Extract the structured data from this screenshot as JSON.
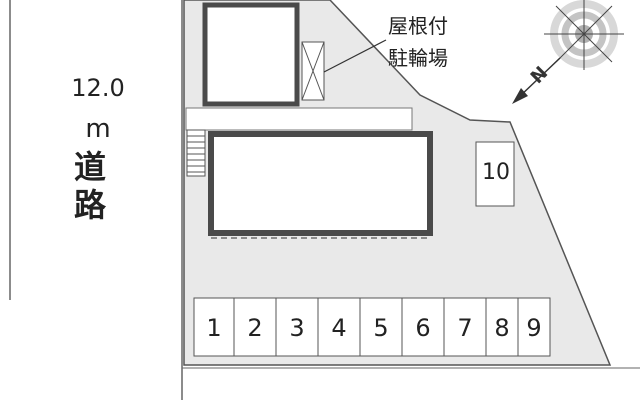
{
  "road": {
    "width": "12.0",
    "unit": "m",
    "char1": "道",
    "char2": "路"
  },
  "bike_parking": {
    "line1": "屋根付",
    "line2": "駐輪場"
  },
  "compass": {
    "north_label": "N"
  },
  "parking_stalls": [
    "1",
    "2",
    "3",
    "4",
    "5",
    "6",
    "7",
    "8",
    "9"
  ],
  "extra_stall": "10",
  "colors": {
    "lot_fill": "#e9e9e9",
    "building_outline": "#4a4a4a",
    "line": "#333333"
  }
}
